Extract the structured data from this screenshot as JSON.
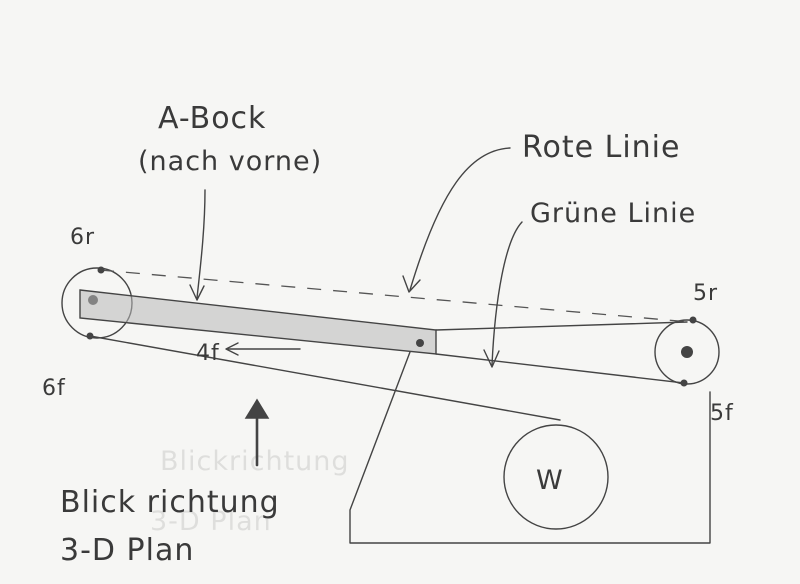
{
  "labels": {
    "a_bock_line1": "A-Bock",
    "a_bock_line2": "(nach vorne)",
    "rote_linie": "Rote Linie",
    "gruene_linie": "Grüne Linie",
    "p6r": "6r",
    "p6f": "6f",
    "p5r": "5r",
    "p5f": "5f",
    "p4f": "4f",
    "wheel": "W",
    "blick_line1": "Blick richtung",
    "blick_line2": "3-D Plan"
  },
  "colors": {
    "paper": "#f6f6f4",
    "pencil": "#444444",
    "beam_fill": "#b8b8b8"
  }
}
